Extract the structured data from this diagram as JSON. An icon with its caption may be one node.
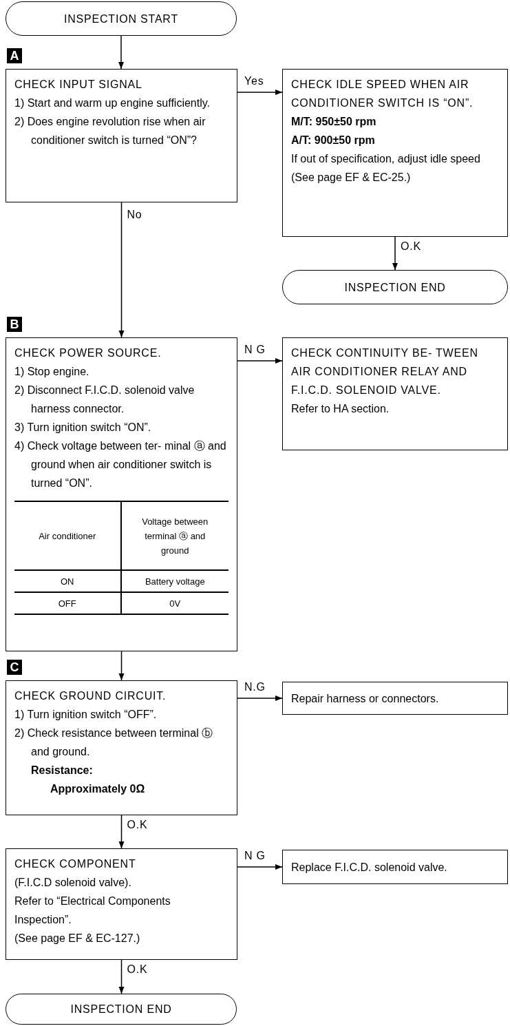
{
  "diagram": {
    "nodes": [
      {
        "text": [
          "INSPECTION START"
        ]
      },
      {
        "text": [
          "CHECK INPUT SIGNAL",
          "1) Start and warm up engine sufficiently.",
          "2) Does engine revolution rise when air conditioner switch is turned “ON”?"
        ],
        "beside": [
          "A"
        ]
      },
      {
        "text": [
          "CHECK IDLE SPEED WHEN AIR CONDITIONER SWITCH IS “ON”.",
          "M/T: 950±50 rpm",
          "A/T: 900±50 rpm",
          "If out of specification, adjust idle speed",
          "(See page EF & EC-25.)"
        ]
      },
      {
        "text": [
          "INSPECTION END"
        ]
      },
      {
        "text": [
          "CHECK POWER SOURCE.",
          "1) Stop engine.",
          "2) Disconnect F.I.C.D. solenoid valve harness connector.",
          "3) Turn ignition switch “ON”.",
          "4) Check voltage between ter- minal ⓐ and ground when air conditioner switch is turned “ON”."
        ],
        "beside": [
          "B"
        ]
      },
      {
        "text": [
          "CHECK CONTINUITY BE- TWEEN AIR CONDITIONER RELAY AND F.I.C.D. SOLENOID VALVE.",
          "Refer to HA section."
        ]
      },
      {
        "text": [
          "CHECK GROUND CIRCUIT.",
          "1) Turn ignition switch “OFF”.",
          "2) Check resistance between terminal ⓑ and ground.",
          "Resistance:",
          "Approximately 0Ω"
        ],
        "beside": [
          "C"
        ]
      },
      {
        "text": [
          "Repair harness or connectors."
        ]
      },
      {
        "text": [
          "CHECK COMPONENT",
          "(F.I.C.D solenoid valve).",
          "Refer to “Electrical Components Inspection”.",
          "(See page EF & EC-127.)"
        ]
      },
      {
        "text": [
          "Replace F.I.C.D. solenoid valve."
        ]
      },
      {
        "text": [
          "INSPECTION END"
        ]
      }
    ],
    "edges": [
      {
        "from": 0,
        "to": 1,
        "arrow": "to"
      },
      {
        "from": 1,
        "to": 2,
        "arrow": "to",
        "label": "Yes"
      },
      {
        "from": 2,
        "to": 3,
        "arrow": "to",
        "label": "O.K"
      },
      {
        "from": 1,
        "to": 4,
        "arrow": "to",
        "label": "No"
      },
      {
        "from": 4,
        "to": 5,
        "arrow": "to",
        "label": "N G"
      },
      {
        "from": 4,
        "to": 6,
        "arrow": "to"
      },
      {
        "from": 6,
        "to": 7,
        "arrow": "to",
        "label": "N.G"
      },
      {
        "from": 6,
        "to": 8,
        "arrow": "to",
        "label": "O.K"
      },
      {
        "from": 8,
        "to": 9,
        "arrow": "to",
        "label": "N G"
      },
      {
        "from": 8,
        "to": 10,
        "arrow": "to",
        "label": "O.K"
      }
    ],
    "labels": [
      "Air conditioner",
      "Voltage between terminal ⓐ and ground",
      "ON",
      "Battery voltage",
      "OFF",
      "0V"
    ]
  }
}
